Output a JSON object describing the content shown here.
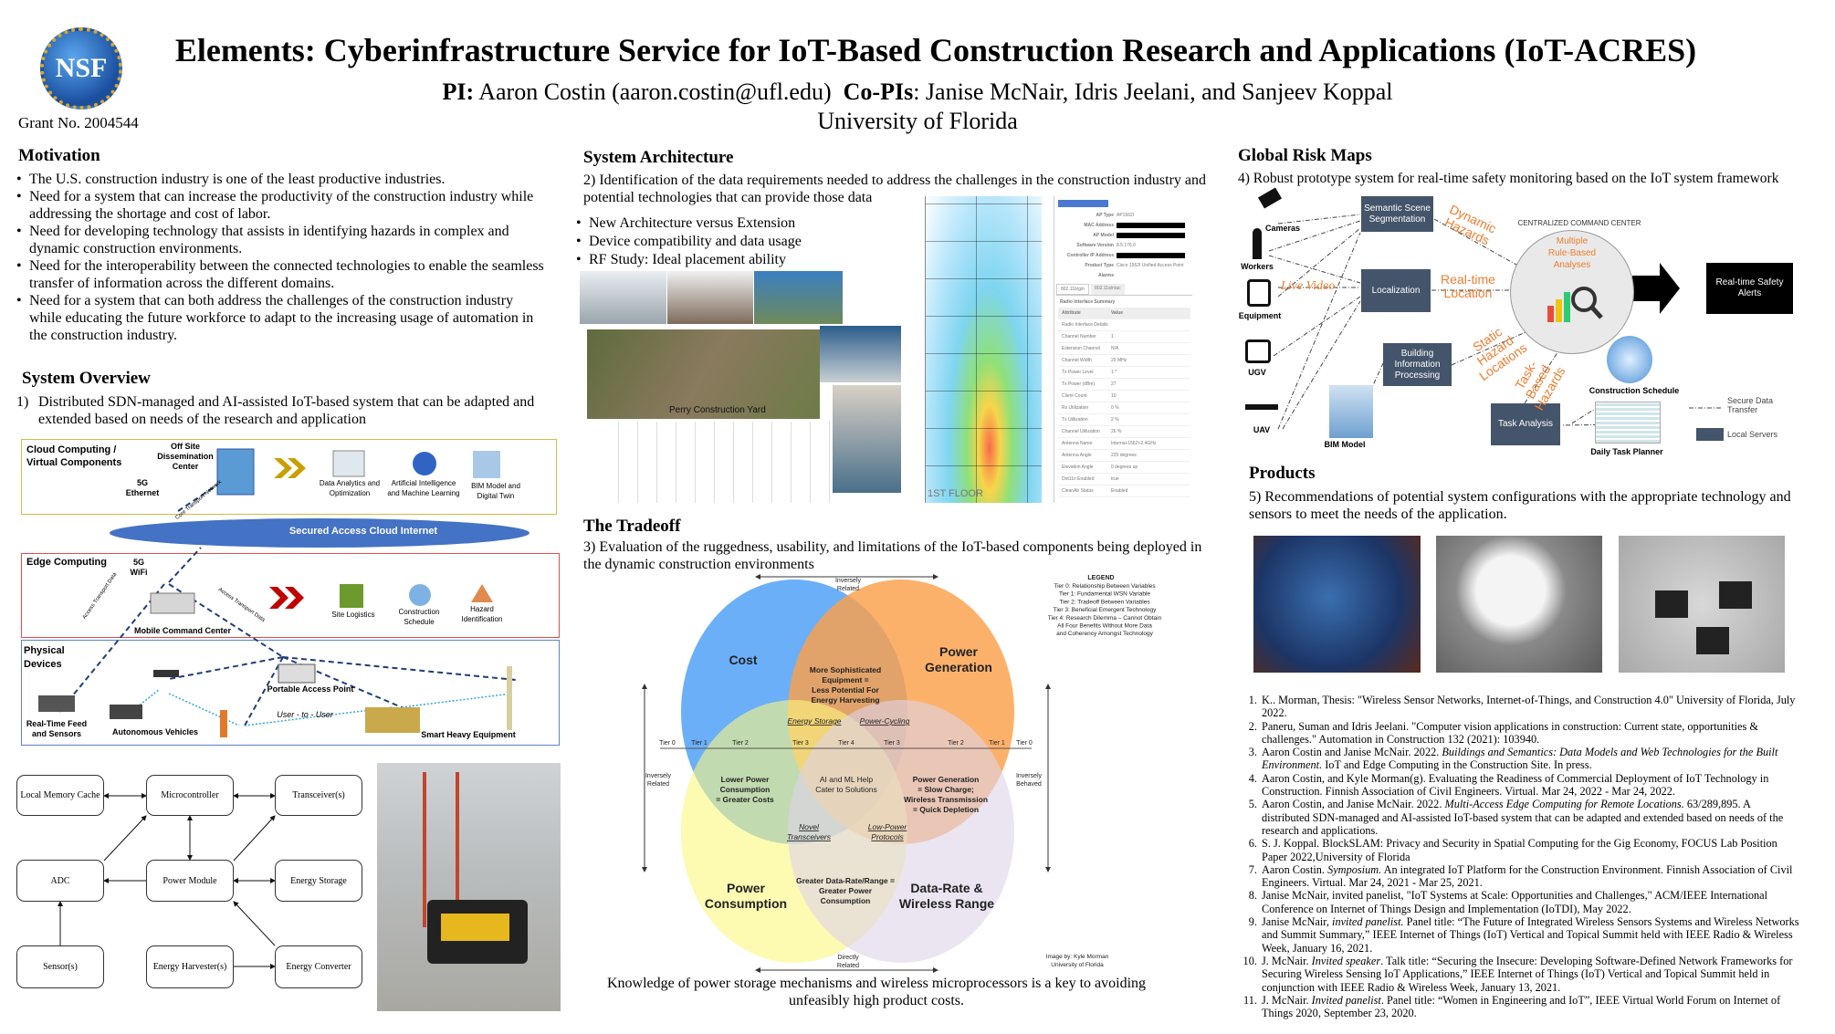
{
  "header": {
    "title": "Elements: Cyberinfrastructure Service for IoT-Based Construction Research and Applications (IoT-ACRES)",
    "pi_label": "PI:",
    "pi": "Aaron Costin (aaron.costin@ufl.edu)",
    "copi_label": "Co-PIs",
    "copi": ": Janise McNair, Idris Jeelani, and Sanjeev Koppal",
    "university": "University of Florida",
    "grant": "Grant No. 2004544",
    "logo_text": "NSF"
  },
  "motivation": {
    "title": "Motivation",
    "items": [
      "The U.S. construction industry is one of the least productive industries.",
      "Need for a system that can increase the productivity of the construction industry while addressing the shortage and cost of labor.",
      "Need for developing technology that assists in identifying hazards in complex and dynamic construction environments.",
      "Need for the interoperability between the connected technologies to enable the seamless transfer of information across the different domains.",
      "Need for a system that can both address the challenges of the construction industry while educating the future workforce to adapt to the increasing usage of automation in the construction industry."
    ]
  },
  "overview": {
    "title": "System Overview",
    "num": "1)",
    "text": "Distributed SDN-managed and AI-assisted IoT-based system that can be adapted and extended based on needs of the research and application",
    "cloud_layer": "Cloud Computing / Virtual Components",
    "offsite": "Off Site Dissemination Center",
    "eth": "5G Ethernet",
    "core": "Core Transport Network",
    "analytics": "Data Analytics and Optimization",
    "ai": "Artificial Intelligence and Machine Learning",
    "bim": "BIM Model and Digital Twin",
    "cloud": "Secured Access Cloud Internet",
    "edge_layer": "Edge Computing",
    "wifi": "5G WiFi",
    "mcc": "Mobile Command Center",
    "access": "Access Transport Data",
    "site": "Site Logistics",
    "schedule": "Construction Schedule",
    "hazard": "Hazard Identification",
    "phys_layer": "Physical Devices",
    "feed": "Real-Time Feed and Sensors",
    "auto": "Autonomous Vehicles",
    "pap": "Portable Access Point",
    "u2u": "User - to - User",
    "heavy": "Smart Heavy Equipment"
  },
  "block": {
    "mem": "Local Memory Cache",
    "mcu": "Microcontroller",
    "trx": "Transceiver(s)",
    "adc": "ADC",
    "pwr": "Power Module",
    "store": "Energy Storage",
    "sensor": "Sensor(s)",
    "harv": "Energy Harvester(s)",
    "conv": "Energy Converter"
  },
  "arch": {
    "title": "System Architecture",
    "text": "2) Identification of the data requirements needed to address the challenges in the construction industry and potential technologies that can provide those data",
    "items": [
      "New Architecture versus Extension",
      "Device compatibility and data usage",
      "RF Study: Ideal placement ability"
    ],
    "yard": "Perry Construction Yard",
    "floor": "1ST FLOOR",
    "panel": {
      "top": [
        [
          "AP Type",
          "AP1562I"
        ],
        [
          "MAC Address",
          ""
        ],
        [
          "AP Model",
          ""
        ],
        [
          "Software Version",
          "8.5.176.0"
        ],
        [
          "Controller IP Address",
          ""
        ],
        [
          "Product Type",
          "Cisco 1562I Unified Access Point"
        ],
        [
          "Alarms",
          ""
        ]
      ],
      "tabs": [
        "802.11b/g/n",
        "802.11a/n/ac"
      ],
      "summary": "Radio Interface Summary",
      "head": [
        "Attribute",
        "Value"
      ],
      "rows": [
        [
          "Radio Interface Details",
          ""
        ],
        [
          "Channel Number",
          "1"
        ],
        [
          "Extension Channel",
          "N/A"
        ],
        [
          "Channel Width",
          "20 MHz"
        ],
        [
          "Tx Power Level",
          "1 *"
        ],
        [
          "Tx Power (dBm)",
          "27"
        ],
        [
          "Client Count",
          "10"
        ],
        [
          "Rx Utilization",
          "0 %"
        ],
        [
          "Tx Utilization",
          "2 %"
        ],
        [
          "Channel Utilization",
          "26 %"
        ],
        [
          "Antenna Name",
          "Internal-1562I-2.4GHz"
        ],
        [
          "Antenna Angle",
          "225 degrees"
        ],
        [
          "Elevation Angle",
          "0 degrees up"
        ],
        [
          "Dot11n Enabled",
          "true"
        ],
        [
          "CleanAir Status",
          "Enabled"
        ]
      ]
    }
  },
  "tradeoff": {
    "title": "The Tradeoff",
    "text": "3) Evaluation of the ruggedness, usability, and limitations of the IoT-based components being deployed in the dynamic construction environments",
    "caption": "Knowledge of power storage mechanisms and wireless microprocessors is a key to avoiding unfeasibly high product costs.",
    "venn": {
      "cost": "Cost",
      "pg": [
        "Power",
        "Generation"
      ],
      "pc": [
        "Power",
        "Consumption"
      ],
      "dr": [
        "Data-Rate &",
        "Wireless Range"
      ],
      "top": [
        "More Sophisticated",
        "Equipment =",
        "Less Potential For",
        "Energy Harvesting"
      ],
      "left": [
        "Lower Power",
        "Consumption",
        "= Greater Costs"
      ],
      "center": [
        "AI and ML Help",
        "Cater to Solutions"
      ],
      "right": [
        "Power Generation",
        "= Slow Charge;",
        "Wireless Transmission",
        "= Quick Depletion"
      ],
      "bottom": [
        "Greater Data-Rate/Range =",
        "Greater Power",
        "Consumption"
      ],
      "es": "Energy Storage",
      "pcy": "Power-Cycling",
      "nt": [
        "Novel",
        "Transceivers"
      ],
      "lpp": [
        "Low-Power",
        "Protocols"
      ],
      "tiers": [
        "Tier 0",
        "Tier 1",
        "Tier 2",
        "Tier 3",
        "Tier 4",
        "Tier 3",
        "Tier 2",
        "Tier 1",
        "Tier 0"
      ],
      "inv_top": [
        "Inversely",
        "Related"
      ],
      "inv_left": [
        "Inversely",
        "Related"
      ],
      "inv_right": [
        "Inversely",
        "Behaved"
      ],
      "direct": [
        "Directly",
        "Related"
      ],
      "legend_title": "LEGEND",
      "legend": [
        "Tier 0: Relationship Between Variables",
        "Tier 1: Fundamental WSN Variable",
        "Tier 2: Tradeoff Between Variables",
        "Tier 3: Beneficial Emergent Technology",
        "Tier 4: Research Dilemma – Cannot Obtain",
        "All Four Benefits Without More Data",
        "and Coherency Amongst Technology"
      ],
      "credit": [
        "Image by: Kyle Morman",
        "University of Florida"
      ]
    }
  },
  "risk": {
    "title": "Global Risk Maps",
    "text": "4) Robust prototype system for real-time safety monitoring based on the IoT system framework",
    "cameras": "Cameras",
    "workers": "Workers",
    "equipment": "Equipment",
    "ugv": "UGV",
    "uav": "UAV",
    "bim": "BIM Model",
    "sss": "Semantic Scene Segmentation",
    "loc": "Localization",
    "bip": "Building Information Processing",
    "task": "Task Analysis",
    "ccc": "CENTRALIZED COMMAND CENTER",
    "mrba": "Multiple Rule-Based Analyses",
    "alerts": "Real-time Safety Alerts",
    "dyn": "Dynamic Hazards",
    "rtl": "Real-time Location",
    "live": "Live Video",
    "shl": "Static Hazard Locations",
    "tbh": "Task-Based Hazards",
    "cs": "Construction Schedule",
    "dtp": "Daily Task Planner",
    "leg_secure": "Secure Data Transfer",
    "leg_local": "Local Servers"
  },
  "products": {
    "title": "Products",
    "text": "5) Recommendations of potential system configurations with the appropriate technology and sensors to meet the needs of the application."
  },
  "refs": [
    {
      "a": "K.. Morman, Thesis: \"Wireless Sensor Networks, Internet-of-Things, and Construction 4.0\" University of Florida, July 2022.",
      "i": "",
      "b": ""
    },
    {
      "a": "Paneru, Suman and Idris Jeelani. \"Computer vision applications in construction: Current state, opportunities & challenges.\" Automation in Construction 132 (2021): 103940.",
      "i": "",
      "b": ""
    },
    {
      "a": "Aaron Costin and Janise McNair.  2022. ",
      "i": "Buildings and Semantics: Data Models and Web Technologies for the Built Environment.",
      "b": " IoT and Edge Computing in the Construction Site. In press."
    },
    {
      "a": "Aaron Costin, and Kyle Morman(g). Evaluating the Readiness of Commercial Deployment of IoT Technology in Construction. Finnish Association of Civil Engineers. Virtual. Mar 24, 2022 - Mar 24, 2022.",
      "i": "",
      "b": ""
    },
    {
      "a": "Aaron Costin, and Janise McNair.  2022. ",
      "i": "Multi-Access Edge Computing for Remote Locations.",
      "b": "  63/289,895.  A distributed SDN-managed and AI-assisted IoT-based system that can be adapted and extended based on needs of the research and applications."
    },
    {
      "a": "S. J. Koppal. BlockSLAM: Privacy and Security in Spatial Computing for the Gig Economy, FOCUS Lab Position Paper 2022,University of Florida",
      "i": "",
      "b": ""
    },
    {
      "a": "Aaron Costin. ",
      "i": "Symposium.",
      "b": " An integrated IoT Platform for the Construction Environment. Finnish Association of Civil Engineers. Virtual. Mar 24, 2021 - Mar 25, 2021."
    },
    {
      "a": "Janise McNair, invited panelist, \"IoT Systems at Scale: Opportunities and Challenges,\" ACM/IEEE International Conference on Internet of Things Design and Implementation (IoTDI), May 2022.",
      "i": "",
      "b": ""
    },
    {
      "a": "Janise McNair,  ",
      "i": "invited panelist.",
      "b": " Panel title: “The Future of Integrated Wireless Sensors Systems and Wireless Networks and Summit Summary,” IEEE Internet of Things (IoT) Vertical and Topical Summit held with IEEE Radio & Wireless Week, January 16, 2021."
    },
    {
      "a": "J. McNair. ",
      "i": "Invited speaker",
      "b": ". Talk title: “Securing the Insecure: Developing Software-Defined Network Frameworks for Securing Wireless Sensing IoT Applications,” IEEE Internet of Things (IoT) Vertical and Topical Summit held in conjunction with IEEE Radio & Wireless Week, January 13, 2021."
    },
    {
      "a": "J. McNair. ",
      "i": "Invited panelist",
      "b": ". Panel title:  “Women in Engineering and IoT”, IEEE Virtual World Forum on Internet of Things 2020, September 23, 2020."
    }
  ],
  "colors": {
    "cost": "#4a9ef7",
    "pg": "#fba04a",
    "pc": "#fbf77f",
    "dr": "#ddd3ea",
    "server": "#44546a",
    "orange": "#ed7d31"
  }
}
